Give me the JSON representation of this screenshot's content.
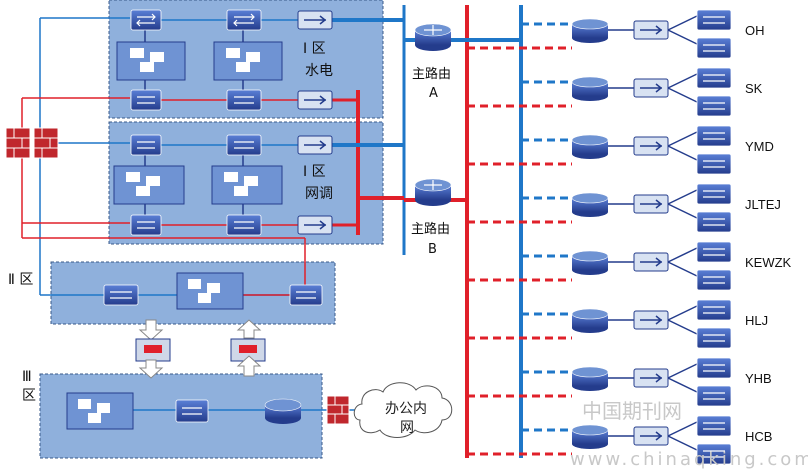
{
  "zones": {
    "zone1_power": {
      "label_line1": "Ⅰ 区",
      "label_line2": "水电"
    },
    "zone1_dispatch": {
      "label_line1": "Ⅰ 区",
      "label_line2": "网调"
    },
    "zone2": {
      "label": "Ⅱ 区"
    },
    "zone3": {
      "label_line1": "Ⅲ",
      "label_line2": "区"
    }
  },
  "routers": {
    "a": {
      "label_line1": "主路由",
      "label_line2": "A"
    },
    "b": {
      "label_line1": "主路由",
      "label_line2": "B"
    }
  },
  "office": {
    "label_line1": "办公内",
    "label_line2": "网"
  },
  "sites": [
    "OH",
    "SK",
    "YMD",
    "JLTEJ",
    "KEWZK",
    "HLJ",
    "YHB",
    "HCB"
  ],
  "colors": {
    "net_a": "#1f77c8",
    "net_b": "#e0202a",
    "zone_fill": "#8fb0dc",
    "device": "#2f4da0"
  },
  "watermark": {
    "cn": "中国期刊网",
    "en": "www.chinaqking.com"
  }
}
